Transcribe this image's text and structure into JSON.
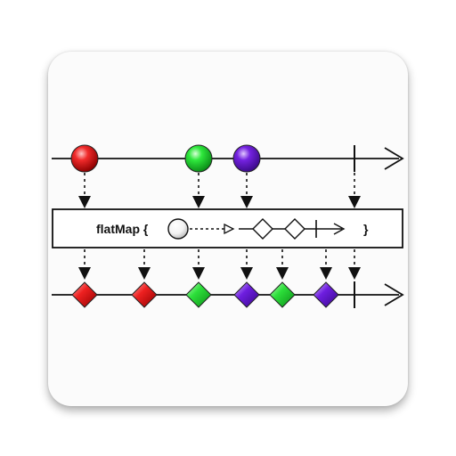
{
  "app_icon": {
    "name": "rxmarbles-flatmap",
    "operator_label": "flatMap {",
    "closing_brace": "}",
    "colors": {
      "red": "#e01818",
      "green": "#22dd33",
      "purple": "#6a1fd6",
      "white": "#ffffff",
      "line": "#111111"
    }
  },
  "diagram": {
    "input_marbles": [
      {
        "color": "red"
      },
      {
        "color": "green"
      },
      {
        "color": "purple"
      }
    ],
    "output_marbles": [
      {
        "color": "red"
      },
      {
        "color": "red"
      },
      {
        "color": "green"
      },
      {
        "color": "purple"
      },
      {
        "color": "green"
      },
      {
        "color": "purple"
      }
    ],
    "inner_sequence": [
      "circle",
      "diamond",
      "diamond",
      "completion"
    ]
  }
}
